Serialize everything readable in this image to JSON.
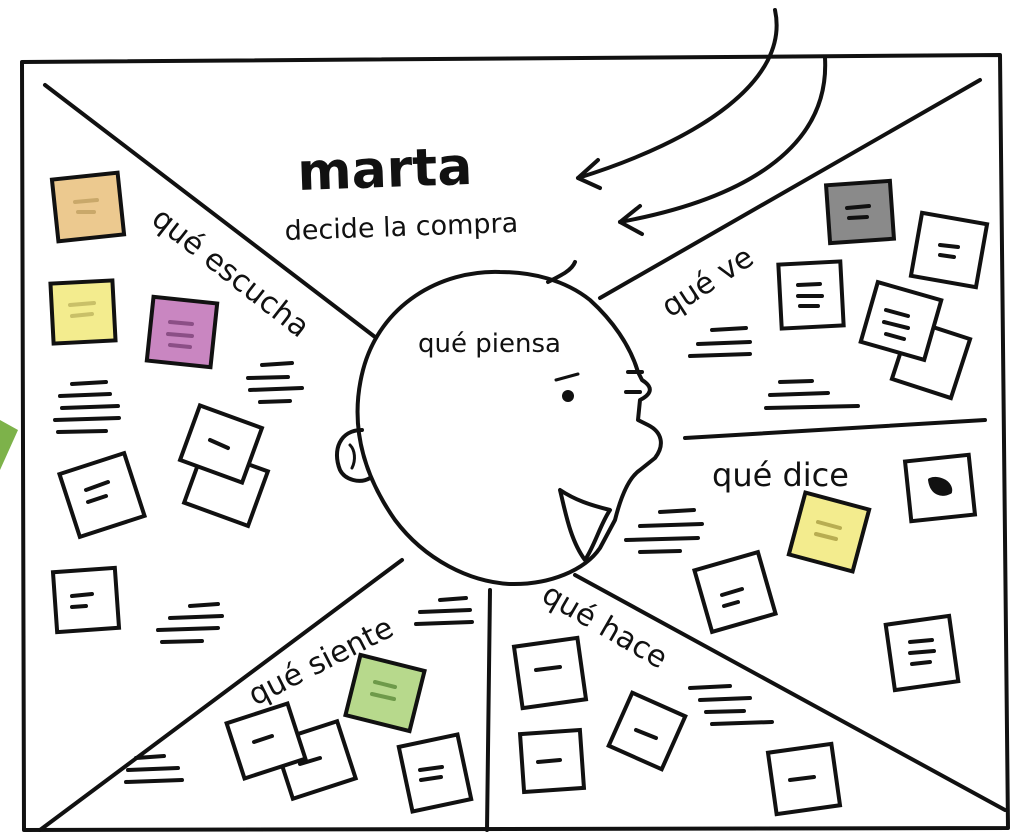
{
  "persona": {
    "name": "marta",
    "role": "decide la compra"
  },
  "sections": {
    "thinks": "qué piensa",
    "hears": "qué escucha",
    "sees": "qué ve",
    "says": "qué dice",
    "feels": "qué siente",
    "does": "qué hace"
  },
  "colors": {
    "ink": "#111111",
    "note_white": "#ffffff",
    "note_tan": "#ecc98f",
    "note_yellow": "#f3ec8e",
    "note_purple": "#c986c1",
    "note_gray": "#8a8a8a",
    "note_green": "#b7d98c",
    "arrow_green": "#7db24a"
  }
}
